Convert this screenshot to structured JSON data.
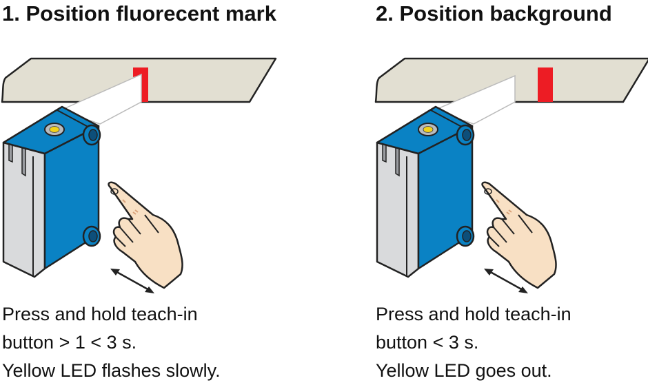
{
  "panels": [
    {
      "title": "1. Position fluorecent mark",
      "lines": [
        "Press and hold teach-in",
        "button > 1 < 3 s.",
        "Yellow LED flashes slowly."
      ]
    },
    {
      "title": "2. Position background",
      "lines": [
        "Press and hold teach-in",
        "button < 3 s.",
        "Yellow LED goes out."
      ]
    }
  ],
  "colors": {
    "surface": "#e2dfd2",
    "mark": "#ed1c24",
    "sensor_blue": "#0a82c4",
    "sensor_grey": "#d9dadc",
    "led": "#f2d21b",
    "skin": "#f8e0c4"
  }
}
